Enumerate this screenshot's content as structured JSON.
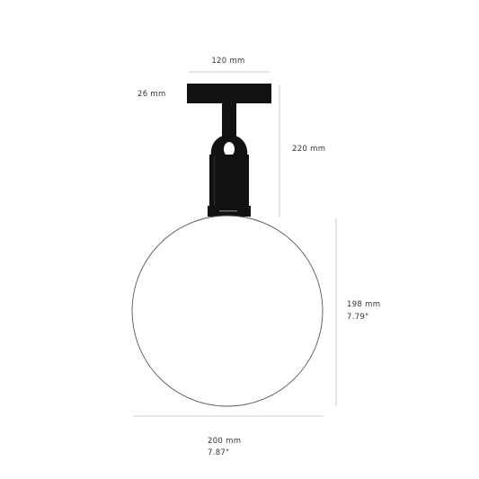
{
  "dimensions": {
    "canopy_width": "120 mm",
    "canopy_height": "26 mm",
    "fixture_height": "220 mm",
    "bulb_height_mm": "198 mm",
    "bulb_height_in": "7.79\"",
    "bulb_width_mm": "200 mm",
    "bulb_width_in": "7.87\""
  },
  "colors": {
    "fixture": "#111111",
    "outline": "#555555",
    "dimension_line": "#bdbdbd",
    "text": "#333333"
  }
}
